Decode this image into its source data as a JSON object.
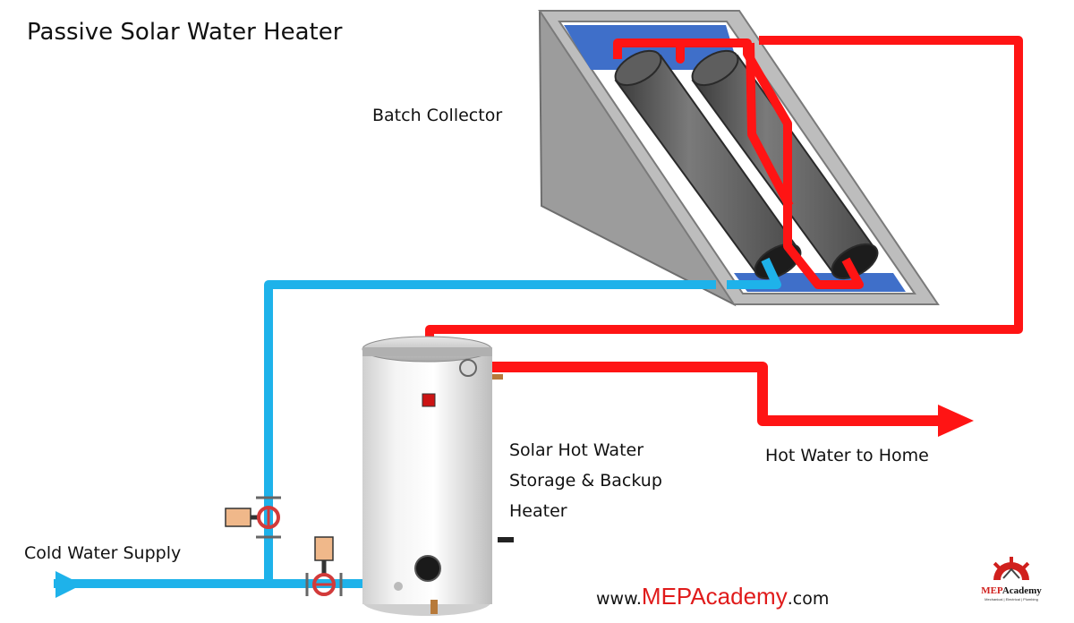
{
  "title": "Passive Solar Water Heater",
  "labels": {
    "batch_collector": "Batch Collector",
    "storage": "Solar Hot Water\nStorage & Backup\nHeater",
    "hot_water": "Hot Water to Home",
    "cold_water": "Cold Water Supply"
  },
  "website": {
    "prefix": "www.",
    "brand": "MEPAcademy",
    "suffix": ".com"
  },
  "logo": {
    "name_red": "MEP",
    "name_black": "Academy",
    "tagline": "Mechanical | Electrical | Plumbing"
  },
  "colors": {
    "hot_pipe": "#ff1414",
    "cold_pipe": "#1eb2ea",
    "collector_glazing": "#3f6fc9",
    "brand_red": "#e01b1b"
  }
}
